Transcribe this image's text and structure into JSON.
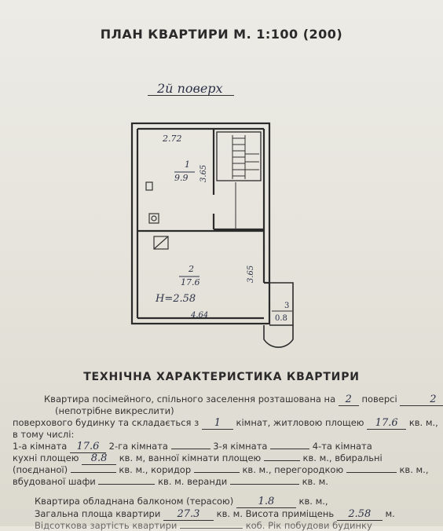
{
  "title": "ПЛАН КВАРТИРИ М. 1:100 (200)",
  "floor_label": "2й поверх",
  "plan": {
    "top_dim": "2.72",
    "room1": {
      "num": "1",
      "area": "9.9",
      "side": "3.65"
    },
    "room2": {
      "num": "2",
      "area": "17.6",
      "side": "3.65"
    },
    "height": "H=2.58",
    "bottom_dim": "4.64",
    "room3": {
      "num": "3",
      "area": "0.8"
    }
  },
  "section_title": "ТЕХНІЧНА ХАРАКТЕРИСТИКА КВАРТИРИ",
  "lines": {
    "l1a": "Квартира посімейного, спільного заселення розташована на",
    "l1_floor": "2",
    "l1b": "поверсі",
    "l1_of": "2",
    "l2": "(непотрібне викреслити)",
    "l3a": "поверхового будинку та складається з",
    "l3_rooms": "1",
    "l3b": "кімнат, житловою площею",
    "l3_area": "17.6",
    "l3c": "кв. м.,",
    "l4": "в тому числі:",
    "l5a": "1-а кімната",
    "l5_r1": "17.6",
    "l5b": "2-га кімната",
    "l5c": "3-я кімната",
    "l5d": "4-та кімната",
    "l6a": "кухні площею",
    "l6_kitchen": "8.8",
    "l6b": "кв. м, ванної кімнати площею",
    "l6c": "кв. м., вбиральні",
    "l7a": "(поєднаної)",
    "l7b": "кв. м., коридор",
    "l7c": "кв. м., перегородкою",
    "l7d": "кв. м.,",
    "l8a": "вбудованої шафи",
    "l8b": "кв. м. веранди",
    "l8c": "кв. м.",
    "l9a": "Квартира обладнана балконом (терасою)",
    "l9_balcony": "1.8",
    "l9b": "кв. м.,",
    "l10a": "Загальна площа квартири",
    "l10_total": "27.3",
    "l10b": "кв. м. Висота приміщень",
    "l10_height": "2.58",
    "l10c": "м.",
    "l11a": "Відсоткова зартість квартири",
    "l11b": "коб. Рік побудови будинку"
  }
}
